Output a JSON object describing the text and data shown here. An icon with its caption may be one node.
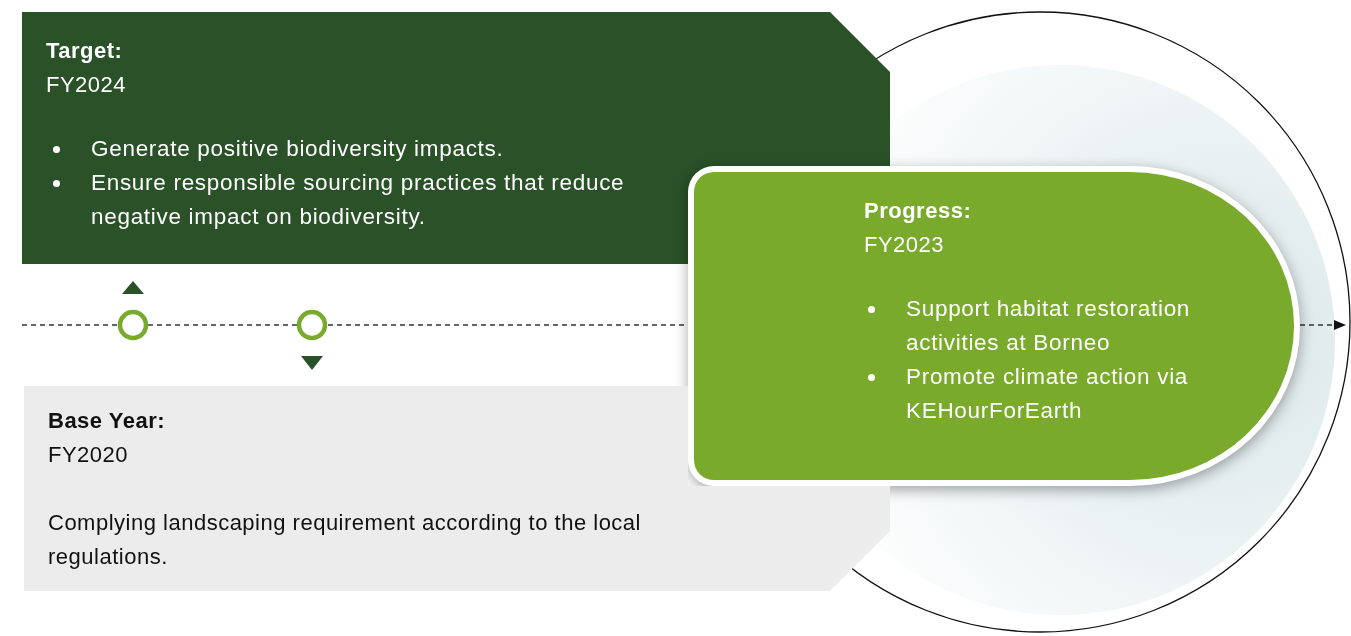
{
  "diagram": {
    "nodes": [
      {
        "text": [
          "Target:",
          "FY2024",
          "Generate positive biodiversity impacts.",
          "Ensure responsible sourcing practices that reduce negative impact on biodiversity."
        ]
      },
      {
        "text": [
          "Base Year:",
          "FY2020",
          "Complying landscaping requirement according to the local regulations."
        ]
      },
      {
        "text": [
          "Progress:",
          "FY2023",
          "Support habitat restoration activities at Borneo",
          "Promote climate action via KEHourForEarth"
        ]
      }
    ]
  }
}
